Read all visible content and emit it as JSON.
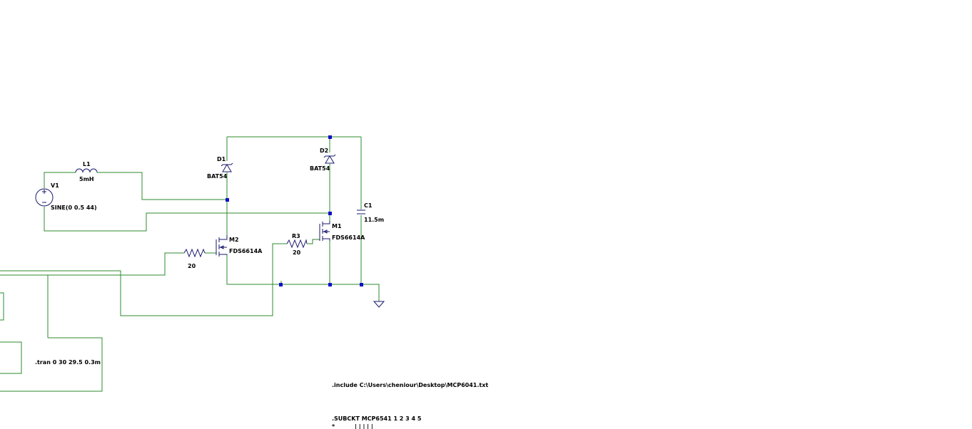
{
  "schematic": {
    "components": {
      "v1": {
        "ref": "V1",
        "value": "SINE(0 0.5 44)"
      },
      "l1": {
        "ref": "L1",
        "value": "5mH"
      },
      "d1": {
        "ref": "D1",
        "value": "BAT54"
      },
      "d2": {
        "ref": "D2",
        "value": "BAT54"
      },
      "c1": {
        "ref": "C1",
        "value": "11.5m"
      },
      "m1": {
        "ref": "M1",
        "value": "FDS6614A"
      },
      "m2": {
        "ref": "M2",
        "value": "FDS6614A"
      },
      "r3": {
        "ref": "R3",
        "value": "20"
      },
      "r_m2": {
        "value": "20"
      }
    },
    "directives": {
      "tran": ".tran 0 30 29.5 0.3m",
      "include": ".include C:\\Users\\cheniour\\Desktop\\MCP6041.txt",
      "subckt": ".SUBCKT MCP6541 1 2 3 4 5",
      "subckt_comment": "*          | | | | |"
    }
  },
  "colors": {
    "wire": "#2e8b2e",
    "node": "#1010c8",
    "symbol": "#1a1a6e",
    "background": "#ffffff"
  }
}
